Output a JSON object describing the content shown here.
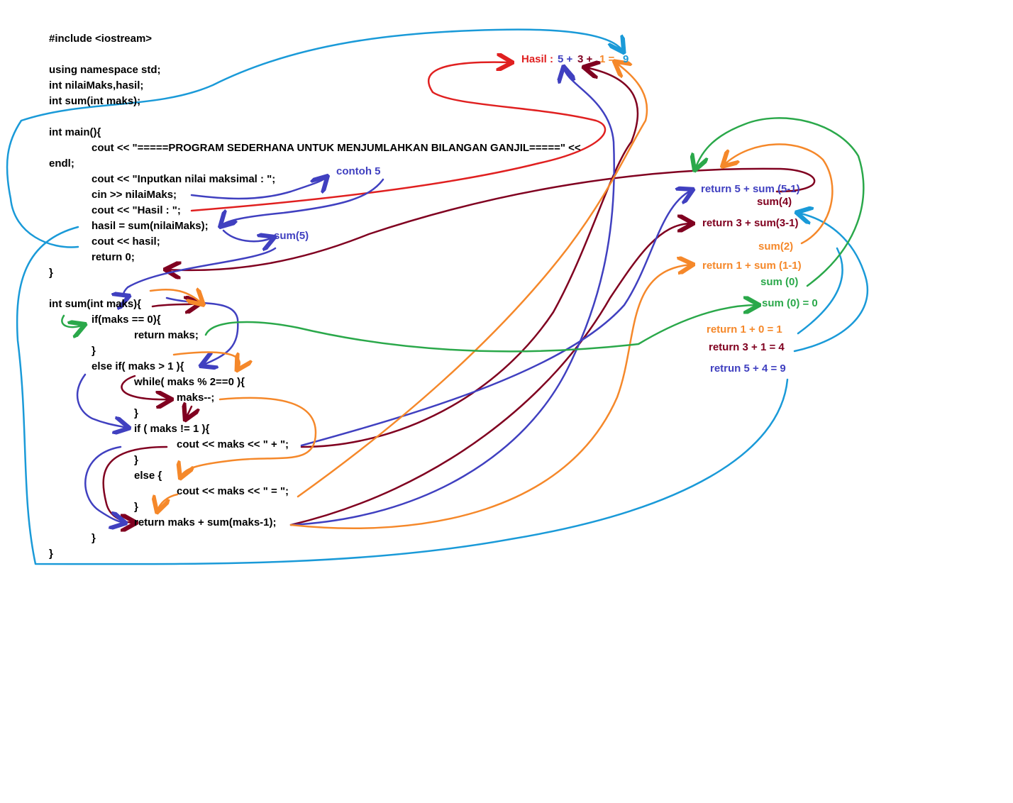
{
  "colors": {
    "blue": "#4040c0",
    "darkred": "#800020",
    "orange": "#f5882a",
    "green": "#2aa84a",
    "cyan": "#1a9ad8",
    "red": "#e02020"
  },
  "code_lines": [
    "#include <iostream>",
    "using namespace std;",
    "int nilaiMaks,hasil;",
    "int sum(int maks);",
    "int main(){",
    "cout << \"=====PROGRAM SEDERHANA UNTUK MENJUMLAHKAN BILANGAN GANJIL=====\" <<",
    "endl;",
    "cout << \"Inputkan nilai maksimal : \";",
    "cin >> nilaiMaks;",
    "cout << \"Hasil : \";",
    "hasil = sum(nilaiMaks);",
    "cout << hasil;",
    "return 0;",
    "}",
    "int sum(int maks){",
    "if(maks == 0){",
    "return maks;",
    "}",
    "else if( maks > 1 ){",
    "while( maks % 2==0 ){",
    "maks--;",
    "}",
    "if ( maks != 1 ){",
    "cout << maks << \" + \";",
    "}",
    "else {",
    "cout << maks << \" = \";",
    "}",
    "return maks + sum(maks-1);",
    "}",
    "}"
  ],
  "annotations": {
    "hasil_label": "Hasil :",
    "hasil_5": "5 +",
    "hasil_3": "3 +",
    "hasil_1": "1 =",
    "hasil_9": "9",
    "contoh": "contoh 5",
    "sum5": "sum(5)",
    "ret5": "return 5 + sum (5-1)",
    "sum4": "sum(4)",
    "ret3": "return 3 + sum(3-1)",
    "sum2": "sum(2)",
    "ret1": "return 1 + sum (1-1)",
    "sum0": "sum (0)",
    "sum0eq": "sum (0) = 0",
    "r1": "return 1 +  0 = 1",
    "r3": "return 3 + 1 = 4",
    "r5": "retrun 5 + 4 = 9"
  }
}
